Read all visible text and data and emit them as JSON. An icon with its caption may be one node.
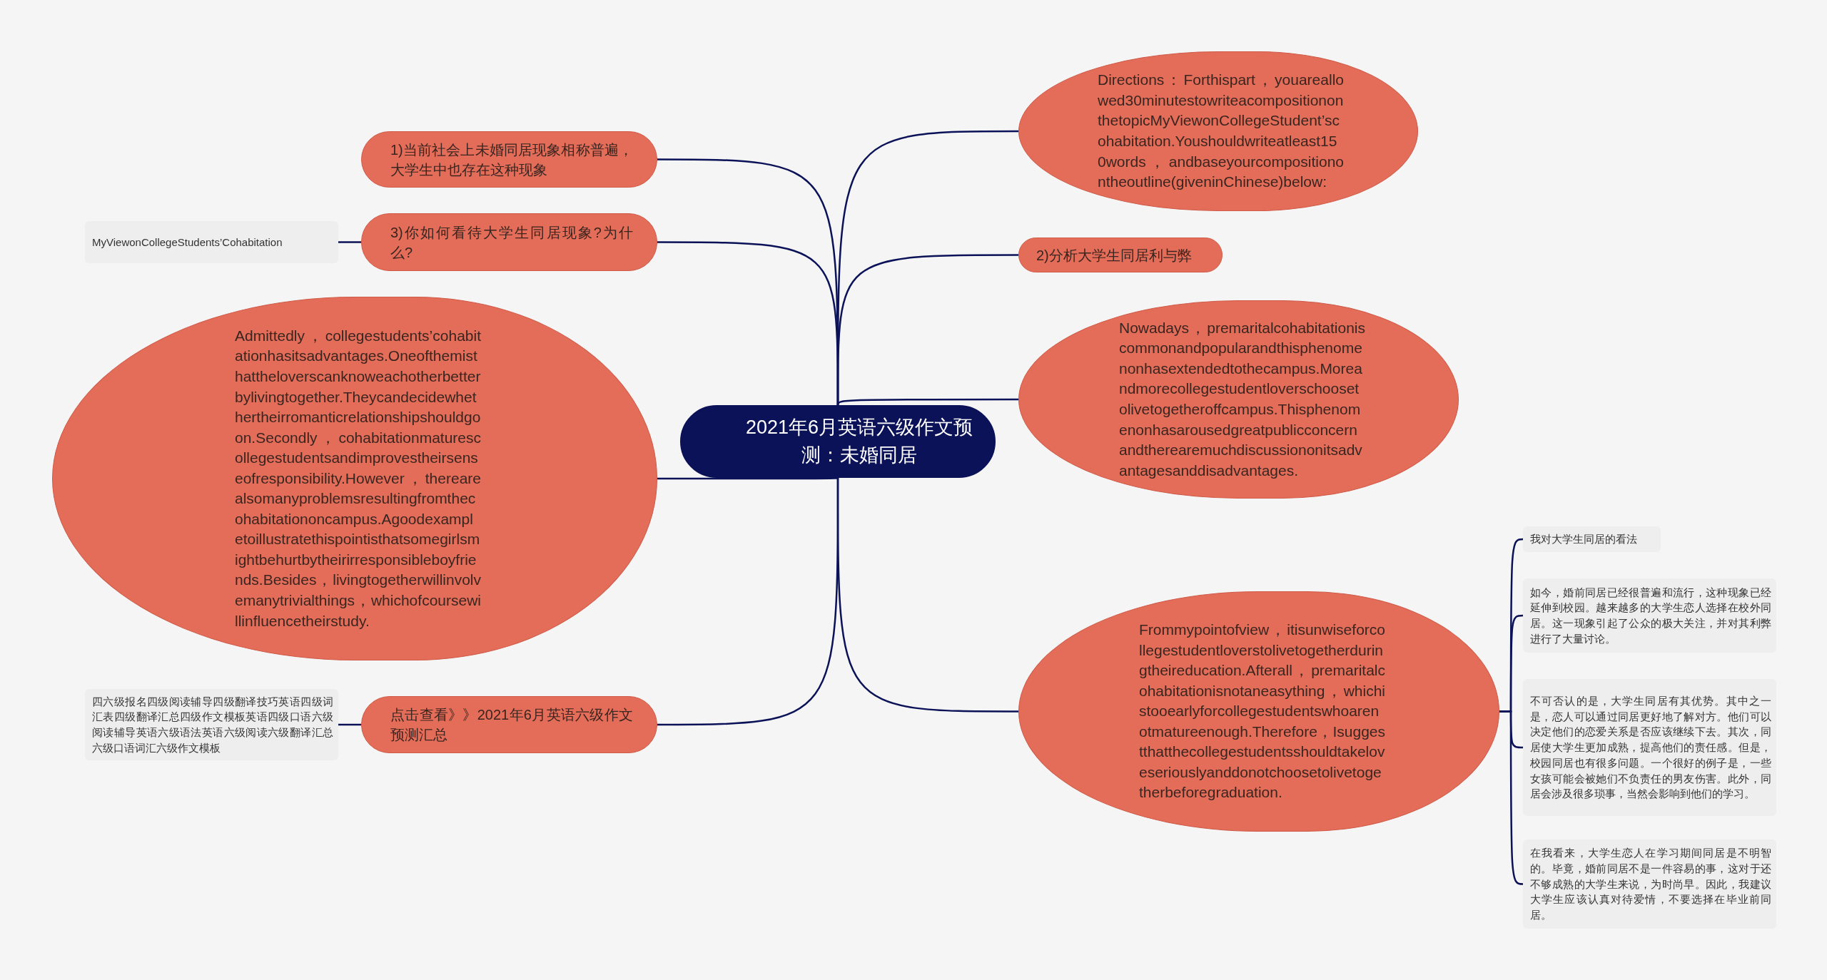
{
  "diagram": {
    "nodes": [
      {
        "text": [
          "2021年6月英语六级作文预测：未婚同居"
        ]
      },
      {
        "text": [
          "1)当前社会上未婚同居现象相称普遍，大学生中也存在这种现象"
        ]
      },
      {
        "text": [
          "3)你如何看待大学生同居现象?为什么?"
        ]
      },
      {
        "text": [
          "MyViewonCollegeStudents’Cohabitation"
        ]
      },
      {
        "text": [
          "Admittedly，collegestudents’cohabitationhasitsadvantages.Oneofthemisthattheloverscanknoweachotherbetterbylivingtogether.Theycandecidewhethertheirromanticrelationshipshouldgoon.Secondly，cohabitationmaturescollegestudentsandimprovestheirsenseofresponsibility.However，therearealsomanyproblemsresultingfromthecohabitationoncampus.Agoodexampletoillustratethispointisthatsomegirlsmightbehurtbytheirirresponsibleboyfriends.Besides，livingtogetherwillinvolvemanytrivialthings，whichofcoursewillinfluencetheirstudy."
        ]
      },
      {
        "text": [
          "点击查看》》2021年6月英语六级作文预测汇总"
        ]
      },
      {
        "text": [
          "四六级报名四级阅读辅导四级翻译技巧英语四级词汇表四级翻译汇总四级作文模板英语四级口语六级阅读辅导英语六级语法英语六级阅读六级翻译汇总六级口语词汇六级作文模板"
        ]
      },
      {
        "text": [
          "Directions：Forthispart，youareallowed30minutestowriteacompositiononthetopicMyViewonCollegeStudent’scohabitation.Youshouldwriteatleast150words，andbaseyourcompositionontheoutline(giveninChinese)below:"
        ]
      },
      {
        "text": [
          "2)分析大学生同居利与弊"
        ]
      },
      {
        "text": [
          "Nowadays，premaritalcohabitationiscommonandpopularandthisphenomenonhasextendedtothecampus.Moreandmorecollegestudentloverschoosetolivetogetheroffcampus.Thisphenomenonhasarousedgreatpublicconcernandtherearemuchdiscussiononitsadvantagesanddisadvantages."
        ]
      },
      {
        "text": [
          "Frommypointofview，itisunwiseforcollegestudentloverstolivetogetherduringtheireducation.Afterall，premaritalcohabitationisnotaneasything，whichistooearlyforcollegestudentswhoarenotmatureenough.Therefore，Isuggestthatthecollegestudentsshouldtakeloveseriouslyanddonotchoosetolivetogetherbeforegraduation."
        ]
      },
      {
        "text": [
          "我对大学生同居的看法"
        ]
      },
      {
        "text": [
          "如今，婚前同居已经很普遍和流行，这种现象已经延伸到校园。越来越多的大学生恋人选择在校外同居。这一现象引起了公众的极大关注，并对其利弊进行了大量讨论。"
        ]
      },
      {
        "text": [
          "不可否认的是，大学生同居有其优势。其中之一是，恋人可以通过同居更好地了解对方。他们可以决定他们的恋爱关系是否应该继续下去。其次，同居使大学生更加成熟，提高他们的责任感。但是，校园同居也有很多问题。一个很好的例子是，一些女孩可能会被她们不负责任的男友伤害。此外，同居会涉及很多琐事，当然会影响到他们的学习。"
        ]
      },
      {
        "text": [
          "在我看来，大学生恋人在学习期间同居是不明智的。毕竟，婚前同居不是一件容易的事，这对于还不够成熟的大学生来说，为时尚早。因此，我建议大学生应该认真对待爱情，不要选择在毕业前同居。"
        ]
      }
    ],
    "edges": [
      {
        "from": 0,
        "to": 1,
        "arrow": "none"
      },
      {
        "from": 0,
        "to": 2,
        "arrow": "none"
      },
      {
        "from": 0,
        "to": 4,
        "arrow": "none"
      },
      {
        "from": 0,
        "to": 5,
        "arrow": "none"
      },
      {
        "from": 0,
        "to": 7,
        "arrow": "none"
      },
      {
        "from": 0,
        "to": 8,
        "arrow": "none"
      },
      {
        "from": 0,
        "to": 9,
        "arrow": "none"
      },
      {
        "from": 0,
        "to": 10,
        "arrow": "none"
      },
      {
        "from": 2,
        "to": 3,
        "arrow": "none"
      },
      {
        "from": 5,
        "to": 6,
        "arrow": "none"
      },
      {
        "from": 10,
        "to": 11,
        "arrow": "none"
      },
      {
        "from": 10,
        "to": 12,
        "arrow": "none"
      },
      {
        "from": 10,
        "to": 13,
        "arrow": "none"
      },
      {
        "from": 10,
        "to": 14,
        "arrow": "none"
      }
    ]
  }
}
